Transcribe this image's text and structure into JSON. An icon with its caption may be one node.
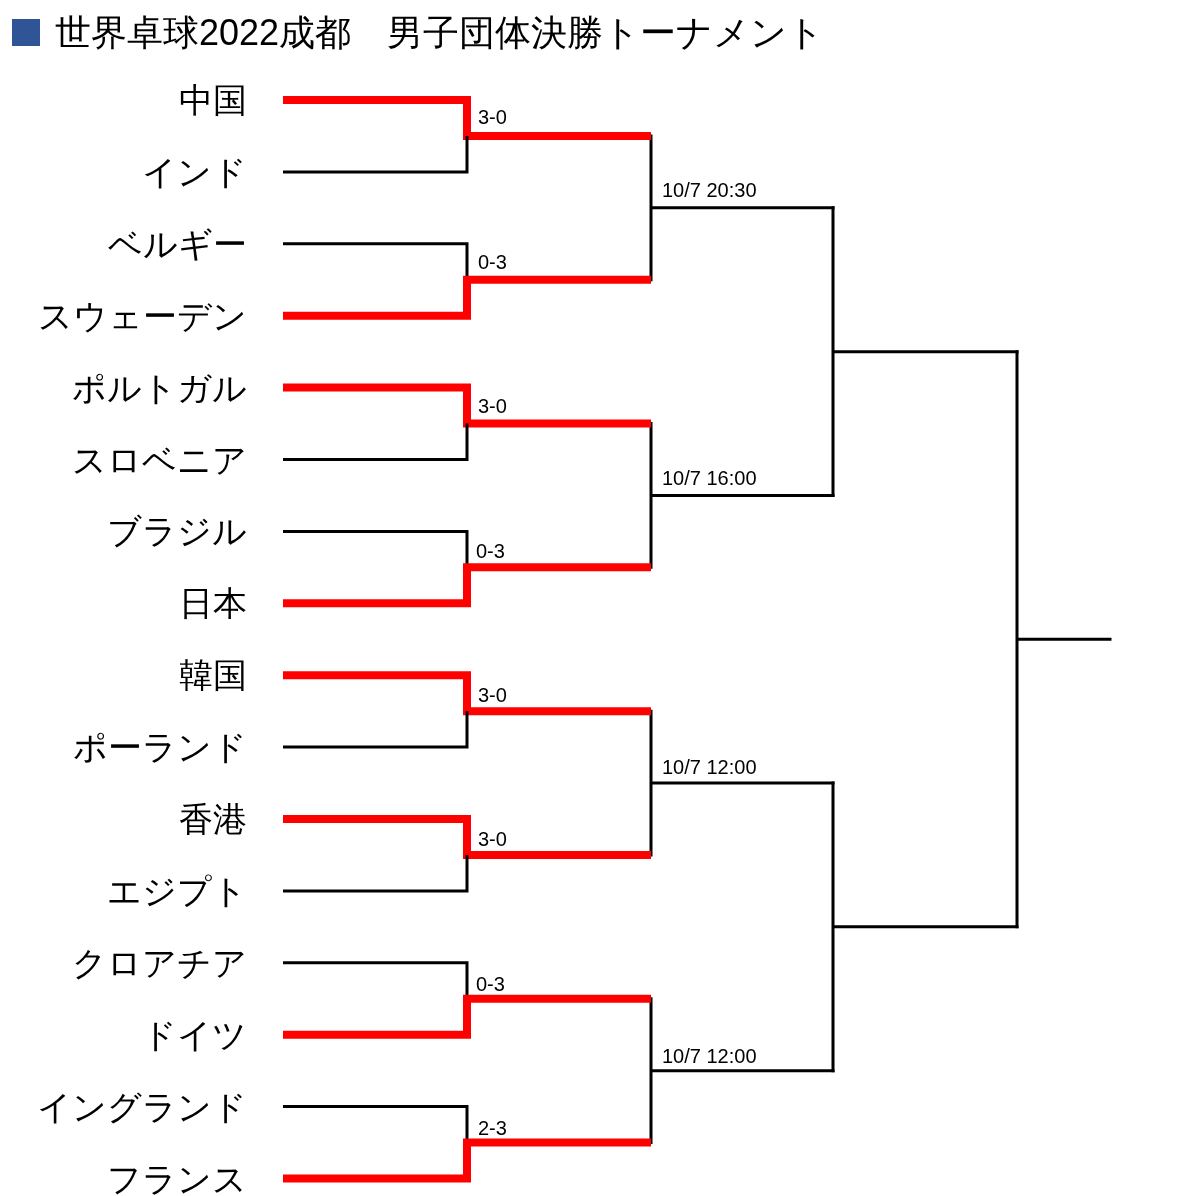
{
  "diagram": {
    "title": "世界卓球2022成都　男子団体決勝トーナメント",
    "nodes": [
      {
        "text": [
          "中国"
        ]
      },
      {
        "text": [
          "インド"
        ]
      },
      {
        "text": [
          "ベルギー"
        ]
      },
      {
        "text": [
          "スウェーデン"
        ]
      },
      {
        "text": [
          "ポルトガル"
        ]
      },
      {
        "text": [
          "スロベニア"
        ]
      },
      {
        "text": [
          "ブラジル"
        ]
      },
      {
        "text": [
          "日本"
        ]
      },
      {
        "text": [
          "韓国"
        ]
      },
      {
        "text": [
          "ポーランド"
        ]
      },
      {
        "text": [
          "香港"
        ]
      },
      {
        "text": [
          "エジプト"
        ]
      },
      {
        "text": [
          "クロアチア"
        ]
      },
      {
        "text": [
          "ドイツ"
        ]
      },
      {
        "text": [
          "イングランド"
        ]
      },
      {
        "text": [
          "フランス"
        ]
      }
    ],
    "edges": [
      {
        "from": 0,
        "to": null,
        "arrow": "none",
        "style": "thick",
        "color": "#ff0000"
      },
      {
        "from": 1,
        "to": null,
        "arrow": "none",
        "color": "#000000"
      },
      {
        "from": 2,
        "to": null,
        "arrow": "none",
        "color": "#000000"
      },
      {
        "from": 3,
        "to": null,
        "arrow": "none",
        "style": "thick",
        "color": "#ff0000"
      },
      {
        "from": 4,
        "to": null,
        "arrow": "none",
        "style": "thick",
        "color": "#ff0000"
      },
      {
        "from": 5,
        "to": null,
        "arrow": "none",
        "color": "#000000"
      },
      {
        "from": 6,
        "to": null,
        "arrow": "none",
        "color": "#000000"
      },
      {
        "from": 7,
        "to": null,
        "arrow": "none",
        "style": "thick",
        "color": "#ff0000"
      },
      {
        "from": 8,
        "to": null,
        "arrow": "none",
        "style": "thick",
        "color": "#ff0000"
      },
      {
        "from": 9,
        "to": null,
        "arrow": "none",
        "color": "#000000"
      },
      {
        "from": 10,
        "to": null,
        "arrow": "none",
        "style": "thick",
        "color": "#ff0000"
      },
      {
        "from": 11,
        "to": null,
        "arrow": "none",
        "color": "#000000"
      },
      {
        "from": 12,
        "to": null,
        "arrow": "none",
        "color": "#000000"
      },
      {
        "from": 13,
        "to": null,
        "arrow": "none",
        "style": "thick",
        "color": "#ff0000"
      },
      {
        "from": 14,
        "to": null,
        "arrow": "none",
        "color": "#000000"
      },
      {
        "from": 15,
        "to": null,
        "arrow": "none",
        "style": "thick",
        "color": "#ff0000"
      }
    ],
    "labels": [
      "3-0",
      "10/7 20:30",
      "0-3",
      "3-0",
      "10/7 16:00",
      "0-3",
      "3-0",
      "10/7 12:00",
      "3-0",
      "0-3",
      "10/7 12:00",
      "2-3"
    ]
  }
}
